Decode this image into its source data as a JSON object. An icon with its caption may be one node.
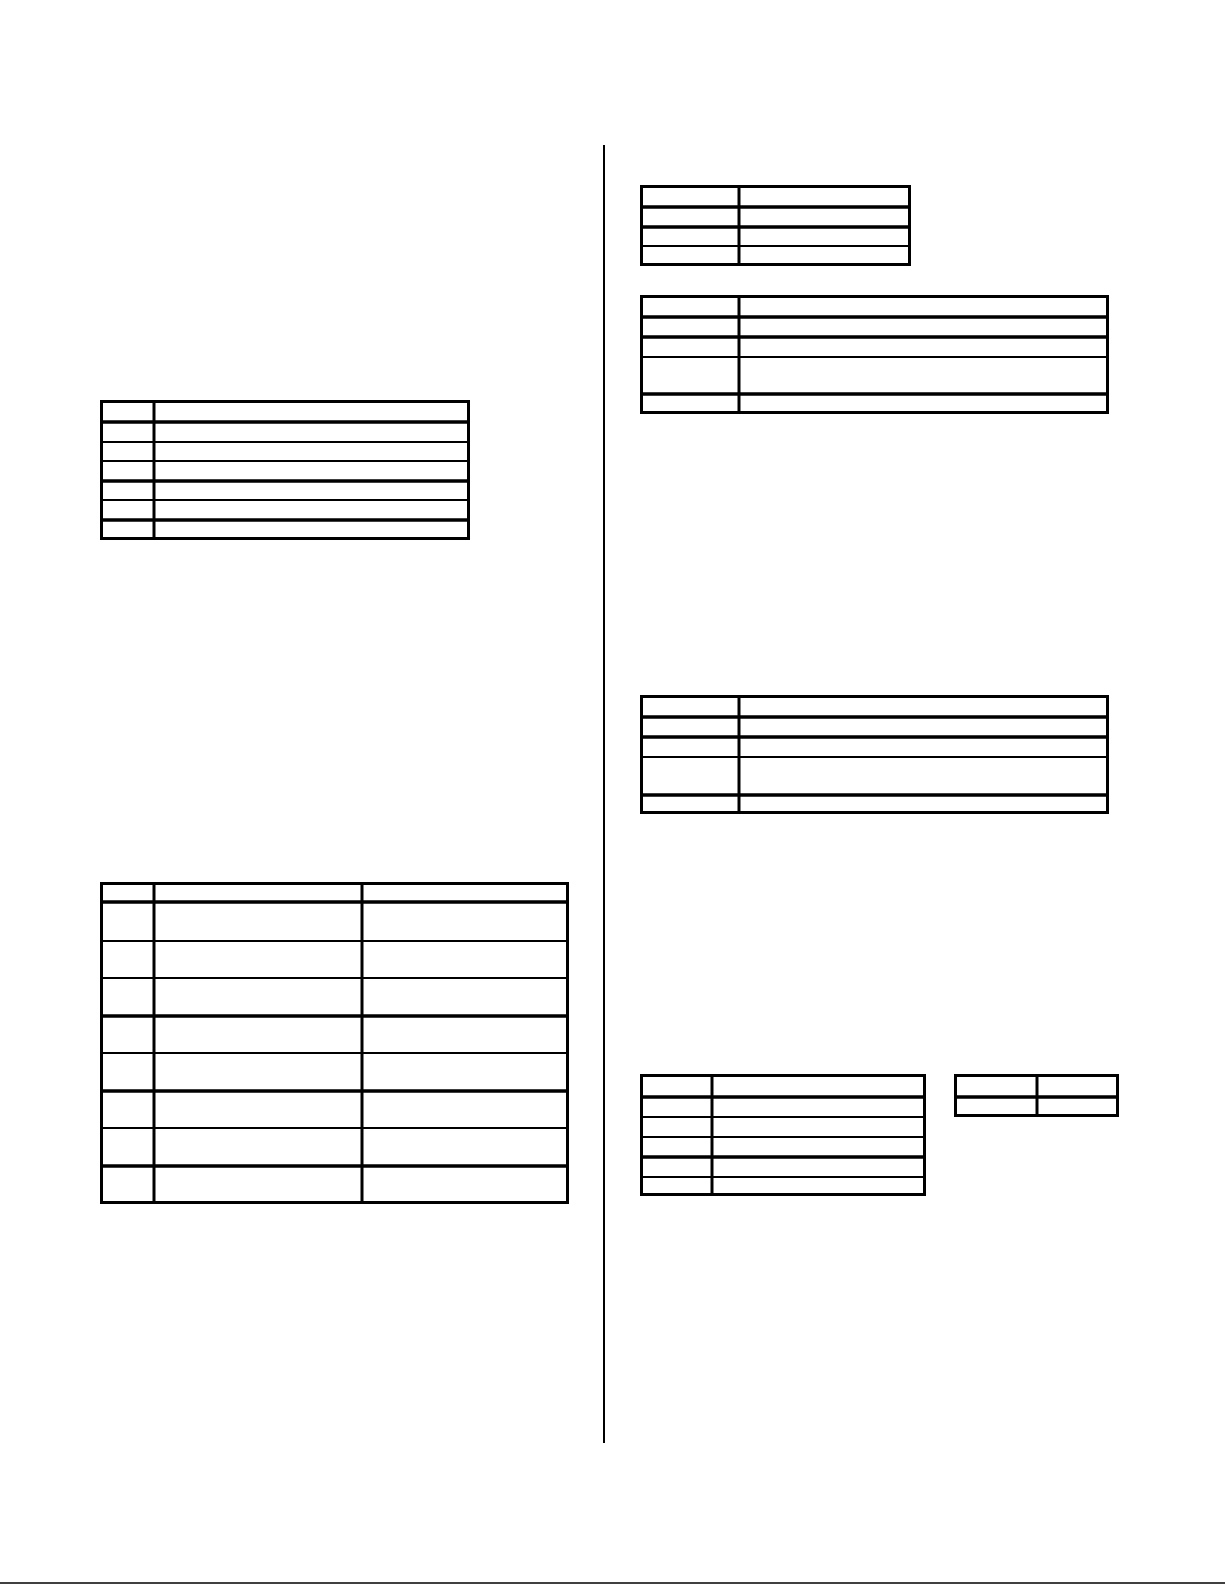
{
  "diagram": {
    "nodes": [
      {
        "text": [],
        "shape": "table"
      },
      {
        "text": [],
        "shape": "table"
      },
      {
        "text": [],
        "shape": "table"
      },
      {
        "text": [],
        "shape": "table"
      },
      {
        "text": [],
        "shape": "table"
      },
      {
        "text": [],
        "shape": "table"
      },
      {
        "text": [],
        "shape": "table"
      }
    ]
  }
}
